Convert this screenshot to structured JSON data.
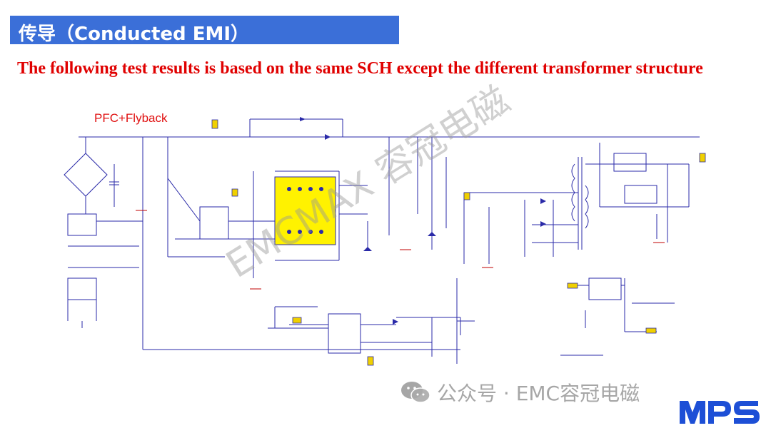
{
  "header": {
    "title": "传导（Conducted EMI）"
  },
  "subtitle": "The following test results is based on the same SCH except the different transformer structure",
  "schematic": {
    "label": "PFC+Flyback",
    "watermark": "EMCMAX 容冠电磁"
  },
  "footer": {
    "wechat_icon": "wechat-icon",
    "account": "公众号 · EMC容冠电磁",
    "logo": "MPS",
    "logo_color": "#1d4fd6"
  },
  "colors": {
    "title_bar": "#3b6fd8",
    "subtitle": "#e00000",
    "schematic_line": "#2a2aa8",
    "ic_fill": "#fff200"
  }
}
